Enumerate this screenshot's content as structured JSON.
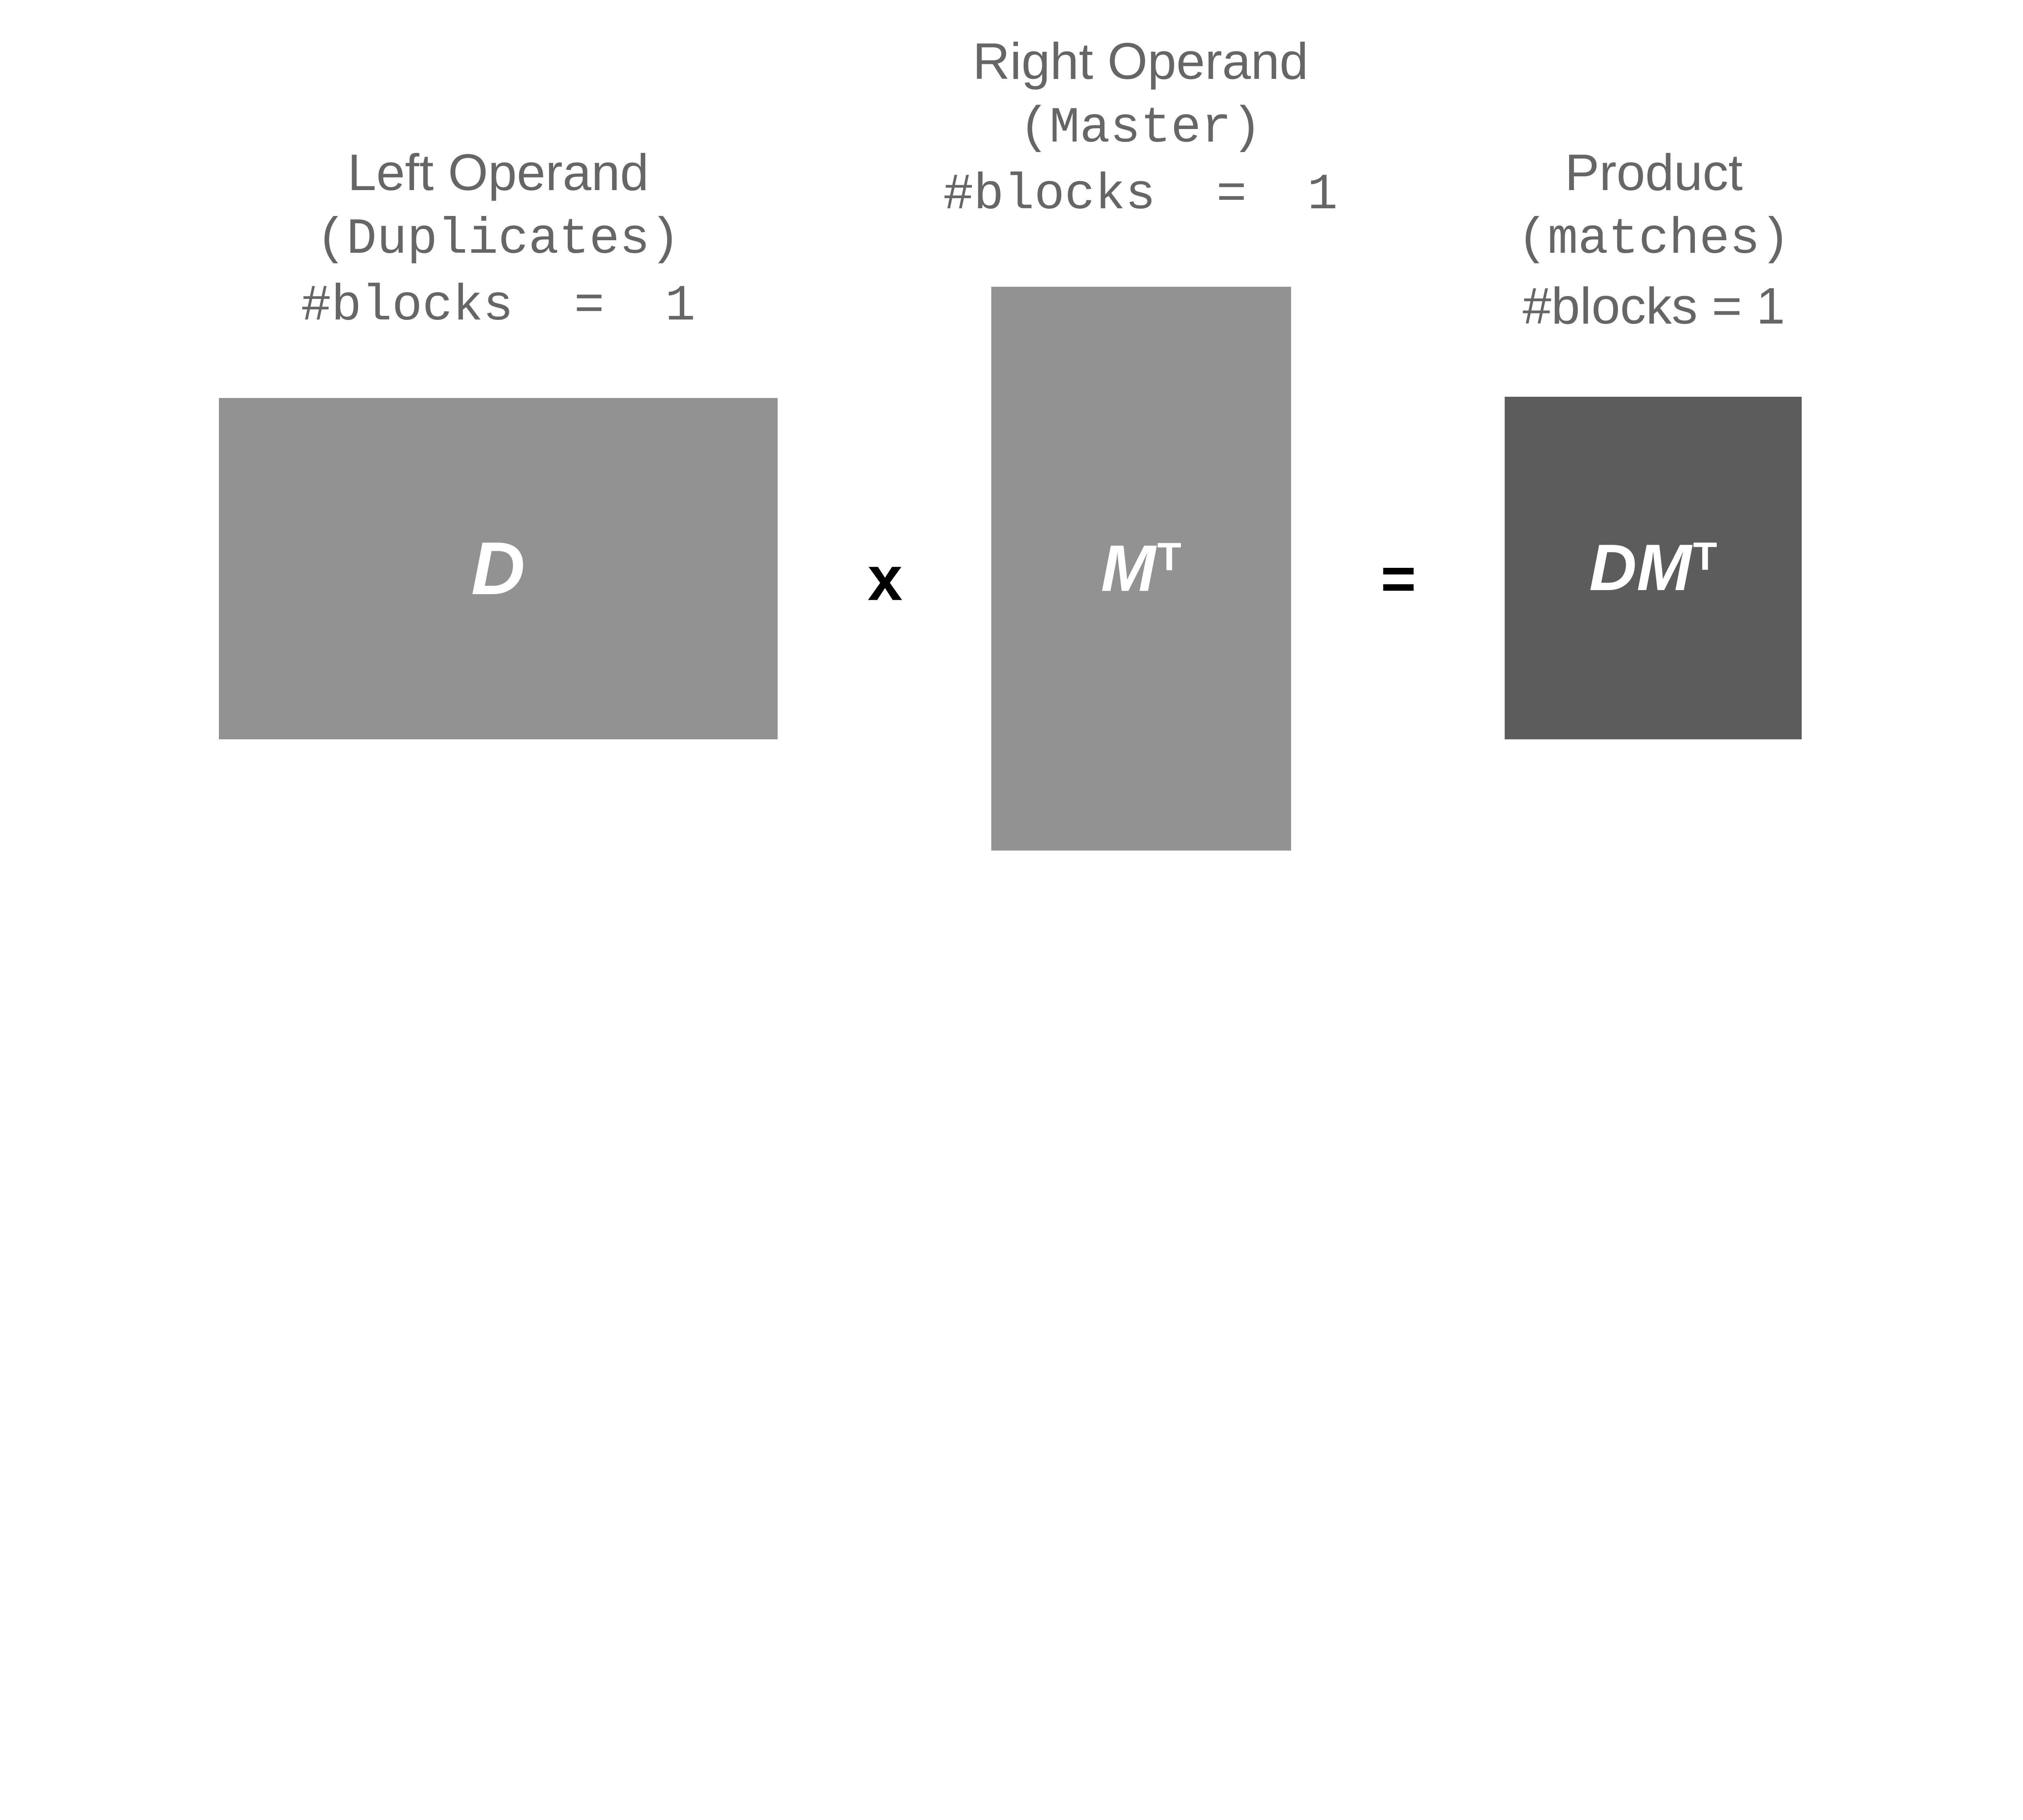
{
  "page": {
    "background": "#ffffff"
  },
  "colors": {
    "operand_fill": "#929292",
    "product_fill": "#5c5c5c",
    "heading_text": "#666666",
    "matrix_label_text": "#ffffff",
    "operator_text": "#000000"
  },
  "left_group": {
    "heading_line1": "Left Operand",
    "heading_line2": "(Duplicates)",
    "heading_line3": "#blocks  =  1",
    "matrix_label": "D"
  },
  "middle_group": {
    "heading_line1": "Right Operand",
    "heading_line2": "(Master)",
    "heading_line3": "#blocks  =  1",
    "matrix_label_main": "M",
    "matrix_label_sup": "T"
  },
  "right_group": {
    "heading_line1": "Product",
    "heading_line2": "(matches)",
    "heading_line3": "#blocks = 1",
    "matrix_label_main": "DM",
    "matrix_label_sup": "T"
  },
  "operators": {
    "multiply": "x",
    "equals": "="
  }
}
